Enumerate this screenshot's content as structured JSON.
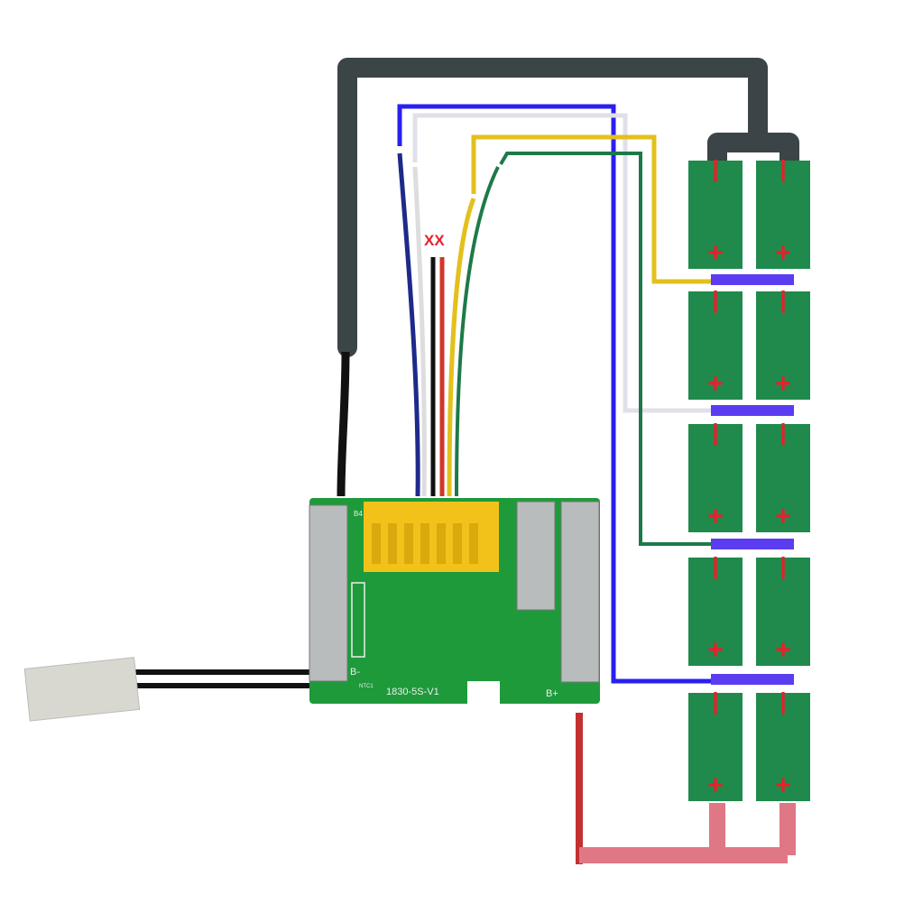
{
  "pcb": {
    "model_label": "1830-5S-V1",
    "b_minus_label": "B-",
    "b_plus_label": "B+",
    "ntc_label": "NTC1",
    "b4_label": "B4"
  },
  "annotations": {
    "no_connect_mark": "XX"
  },
  "cells": {
    "minus": "-",
    "plus": "+"
  },
  "colors": {
    "ground_wire": "#3b4446",
    "blue_wire": "#2a1ff0",
    "white_wire": "#e4e4ec",
    "yellow_wire": "#e3c01c",
    "green_wire": "#1d7a48",
    "red_wire": "#c23030",
    "positive_bus": "#e07784",
    "link_bar": "#5b3cf0",
    "cell": "#1f8a4c",
    "pcb": "#1e9a3a",
    "connector": "#f2c21a",
    "polarity_mark": "#e8202a"
  }
}
